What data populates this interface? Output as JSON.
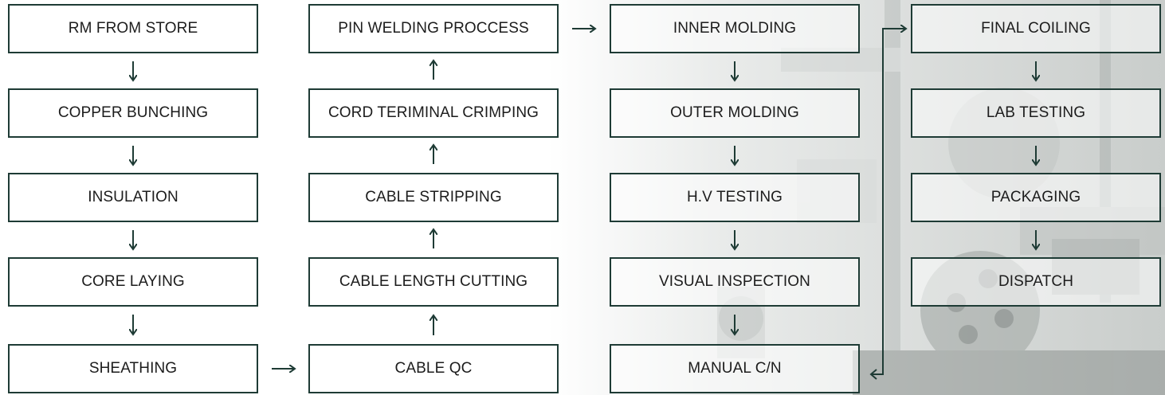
{
  "colors": {
    "border": "#1e3b35",
    "arrow": "#1e3b35",
    "text": "#1c1c1c"
  },
  "steps": {
    "rm_from_store": "RM FROM STORE",
    "copper_bunching": "COPPER BUNCHING",
    "insulation": "INSULATION",
    "core_laying": "CORE LAYING",
    "sheathing": "SHEATHING",
    "cable_qc": "CABLE QC",
    "cable_length_cutting": "CABLE LENGTH CUTTING",
    "cable_stripping": "CABLE STRIPPING",
    "cord_terminal_crimping": "CORD TERIMINAL CRIMPING",
    "pin_welding_process": "PIN WELDING PROCCESS",
    "inner_molding": "INNER MOLDING",
    "outer_molding": "OUTER MOLDING",
    "hv_testing": "H.V TESTING",
    "visual_inspection": "VISUAL INSPECTION",
    "manual_cn": "MANUAL C/N",
    "final_coiling": "FINAL COILING",
    "lab_testing": "LAB TESTING",
    "packaging": "PACKAGING",
    "dispatch": "DISPATCH"
  }
}
